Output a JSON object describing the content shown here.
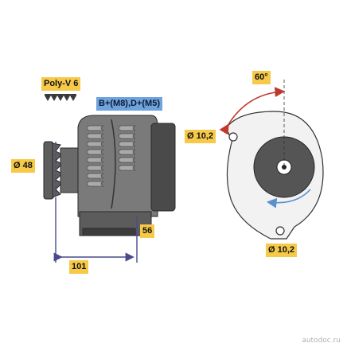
{
  "labels": {
    "pulley_type": "Poly-V 6",
    "terminals": "B+(M8),D+(M5)",
    "diameter_pulley": "Ø 48",
    "length_101": "101",
    "depth_56": "56",
    "hole_top": "Ø 10,2",
    "hole_bottom": "Ø 10,2",
    "angle": "60°"
  },
  "watermark": "autodoc.ru",
  "colors": {
    "label_yellow": "#f7c948",
    "label_blue": "#6ea3dd",
    "dimension_line": "#4a4a8c",
    "arrow_red": "#c0392b",
    "rotation_arrow": "#5b8fd0",
    "body_gray": "#666666"
  },
  "icons": [
    "poly-v-groove-icon",
    "rotation-arrow-icon"
  ]
}
